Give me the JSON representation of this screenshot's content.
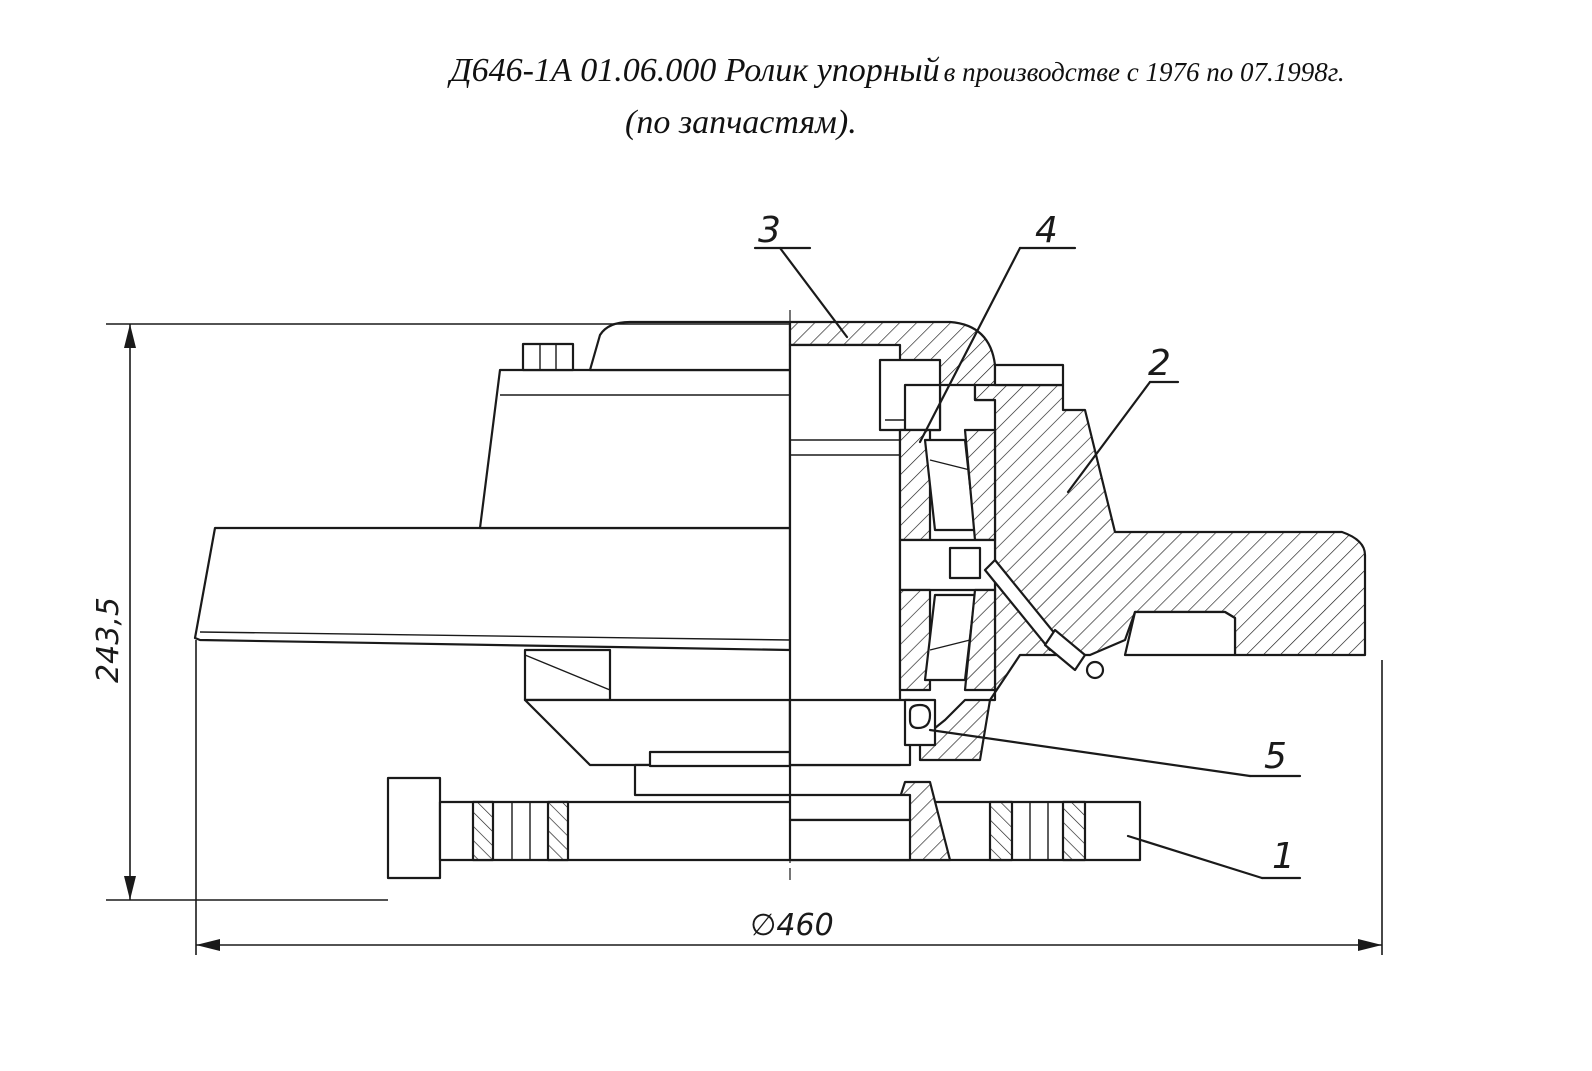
{
  "title": {
    "main": "Д646-1А 01.06.000 Ролик упорный",
    "note": "в производстве с 1976  по 07.1998г.",
    "subtitle": "(по запчастям)."
  },
  "callouts": [
    {
      "id": "1",
      "label": "1"
    },
    {
      "id": "2",
      "label": "2"
    },
    {
      "id": "3",
      "label": "3"
    },
    {
      "id": "4",
      "label": "4"
    },
    {
      "id": "5",
      "label": "5"
    }
  ],
  "dimensions": {
    "height": "243,5",
    "diameter": "∅460"
  },
  "colors": {
    "ink": "#1a1a1a",
    "paper": "#ffffff"
  }
}
